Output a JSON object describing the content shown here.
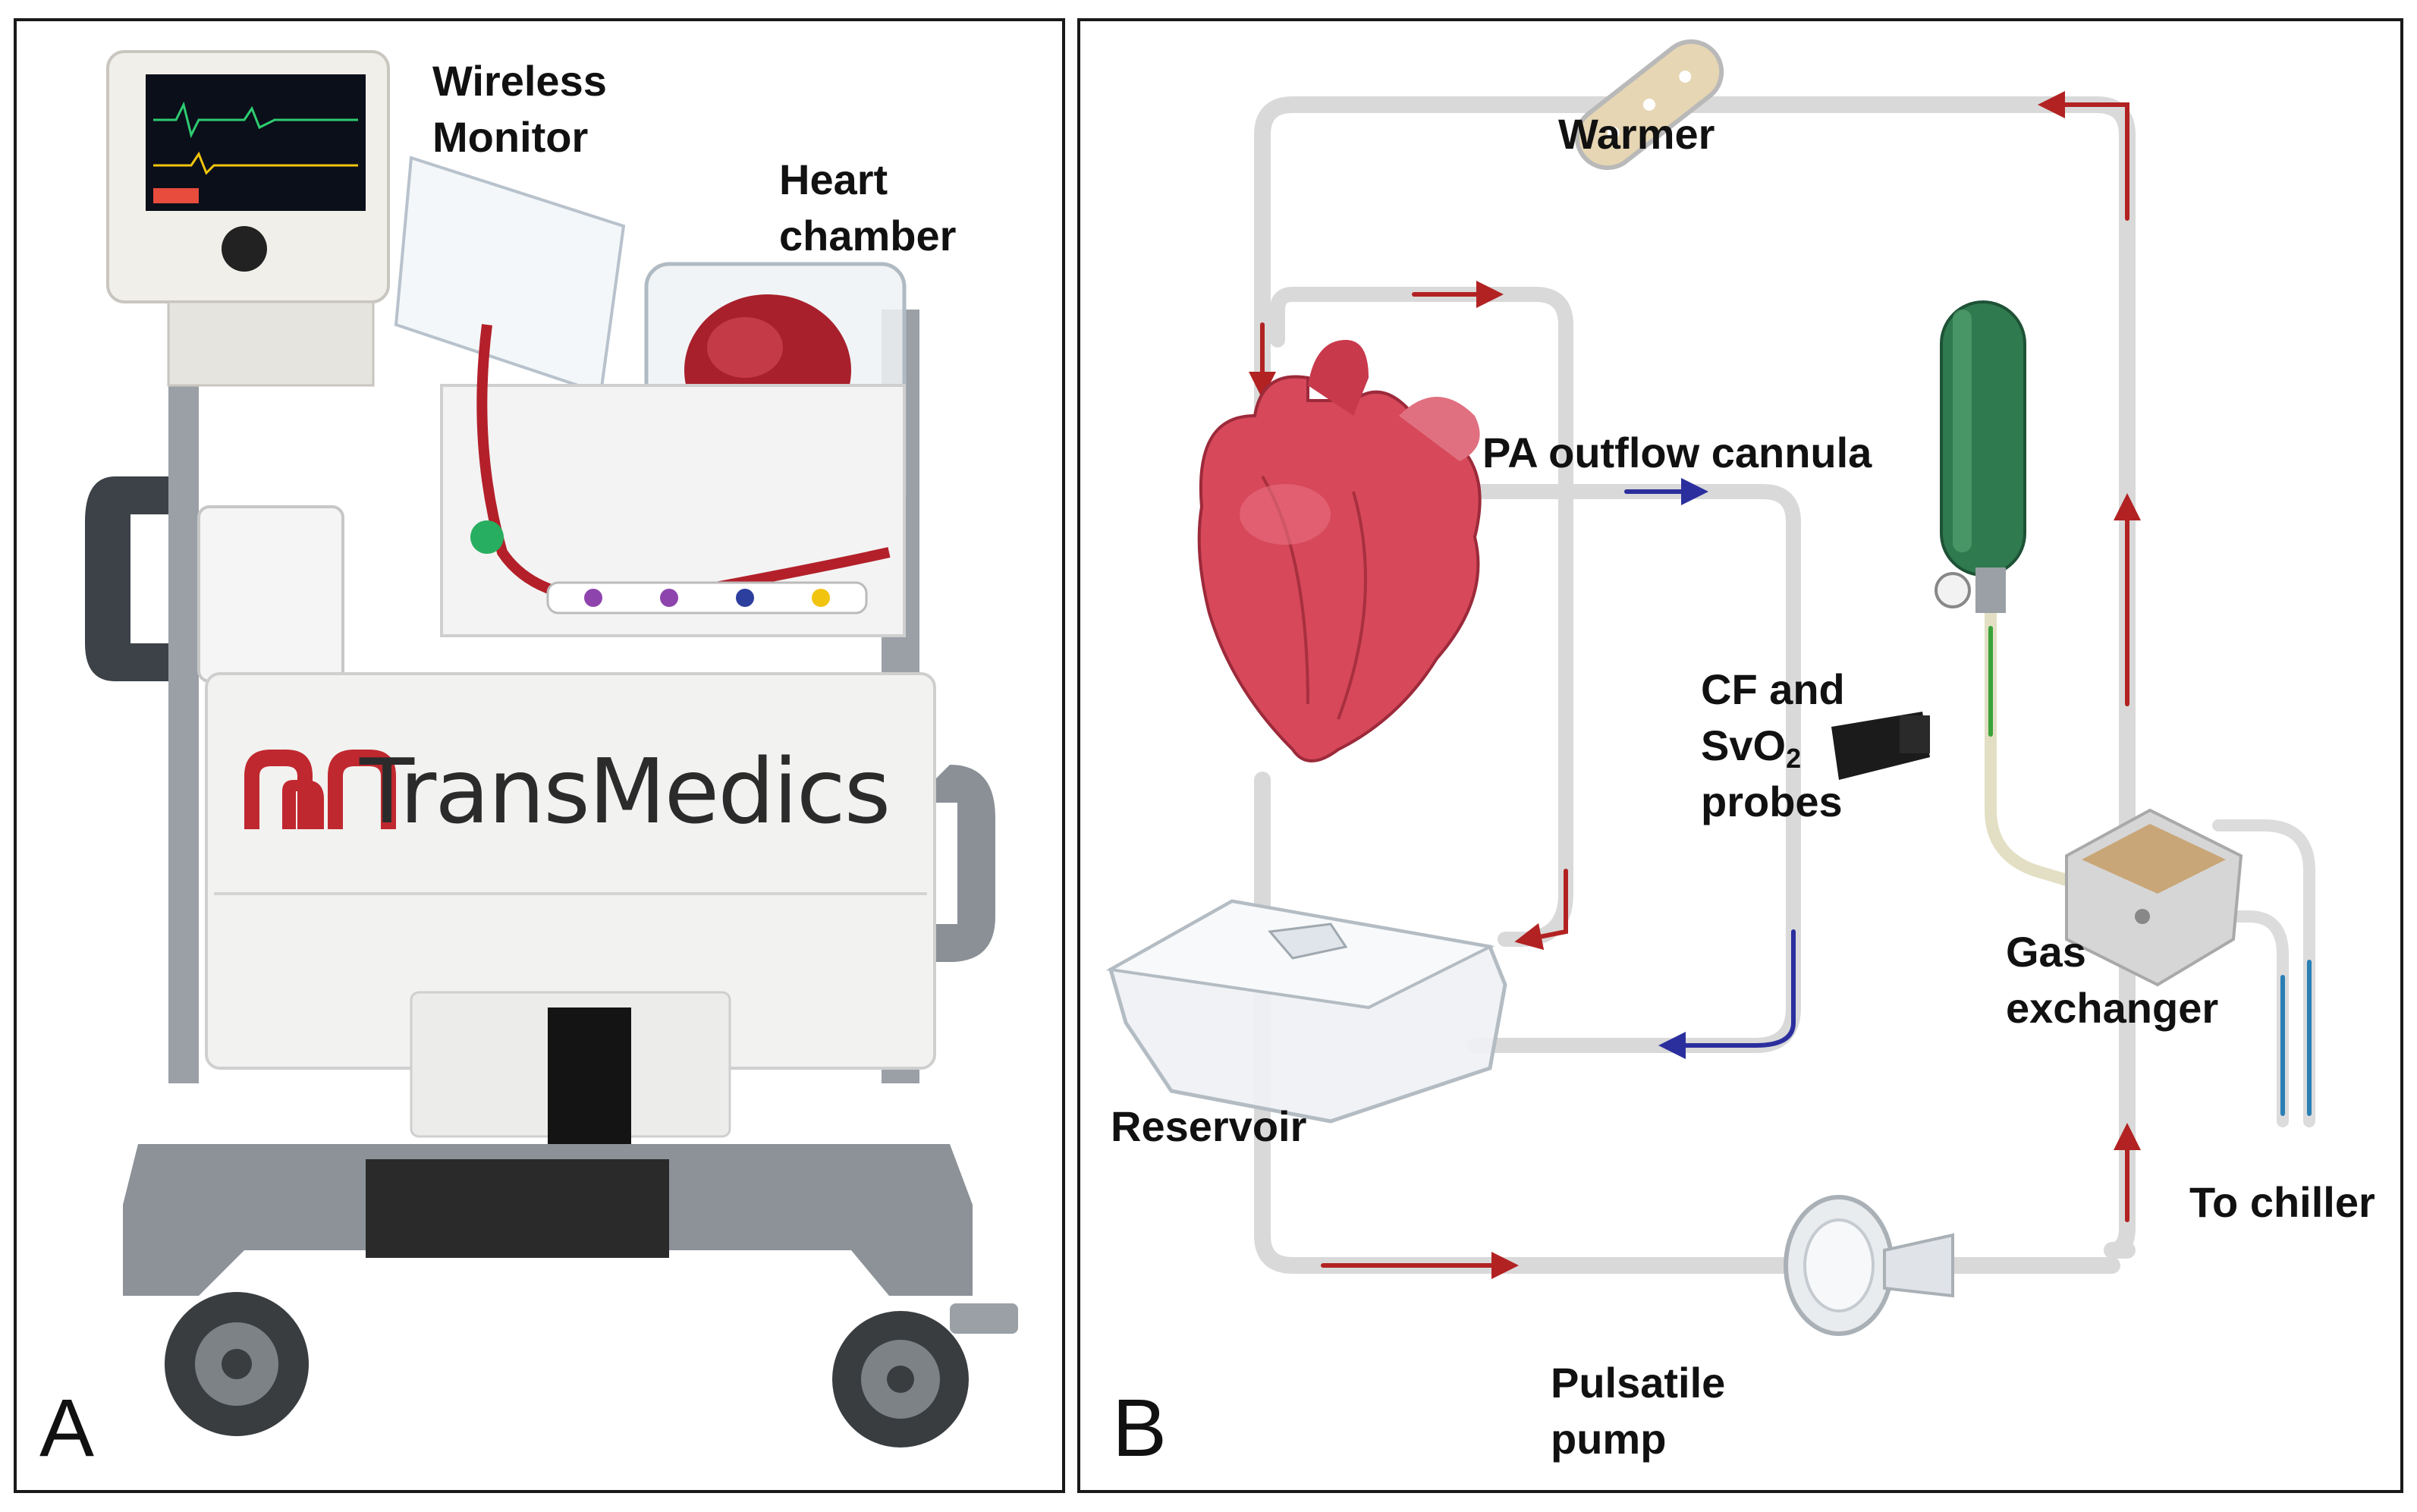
{
  "panel_a": {
    "letter": "A",
    "labels": {
      "wireless_monitor_1": "Wireless",
      "wireless_monitor_2": "Monitor",
      "heart_chamber_1": "Heart",
      "heart_chamber_2": "chamber"
    },
    "brand": "TransMedics"
  },
  "panel_b": {
    "letter": "B",
    "labels": {
      "warmer": "Warmer",
      "pa_outflow": "PA outflow cannula",
      "cf_1": "CF and",
      "cf_2_pre": "SvO",
      "cf_2_sub": "2",
      "cf_3": "probes",
      "reservoir": "Reservoir",
      "gas_1": "Gas",
      "gas_2": "exchanger",
      "chiller": "To chiller",
      "pump_1": "Pulsatile",
      "pump_2": "pump"
    }
  },
  "colors": {
    "arterial_flow": "#b22222",
    "venous_flow": "#2b2f9e",
    "oxygen_flow": "#3aa33a",
    "coolant_flow": "#2a7fb5",
    "tubing": "#d9d9d9"
  }
}
